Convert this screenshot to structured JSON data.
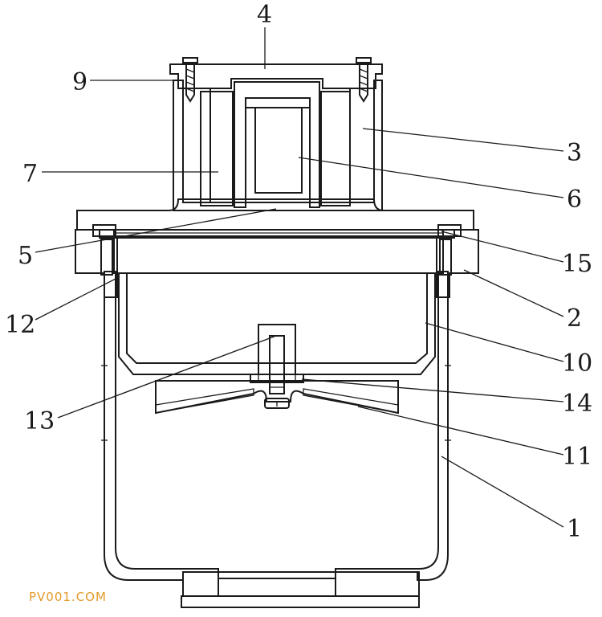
{
  "labels": {
    "l1": "1",
    "l2": "2",
    "l3": "3",
    "l4": "4",
    "l5": "5",
    "l6": "6",
    "l7": "7",
    "l9": "9",
    "l10": "10",
    "l11": "11",
    "l12": "12",
    "l13": "13",
    "l14": "14",
    "l15": "15"
  },
  "watermark": "PV001.COM"
}
